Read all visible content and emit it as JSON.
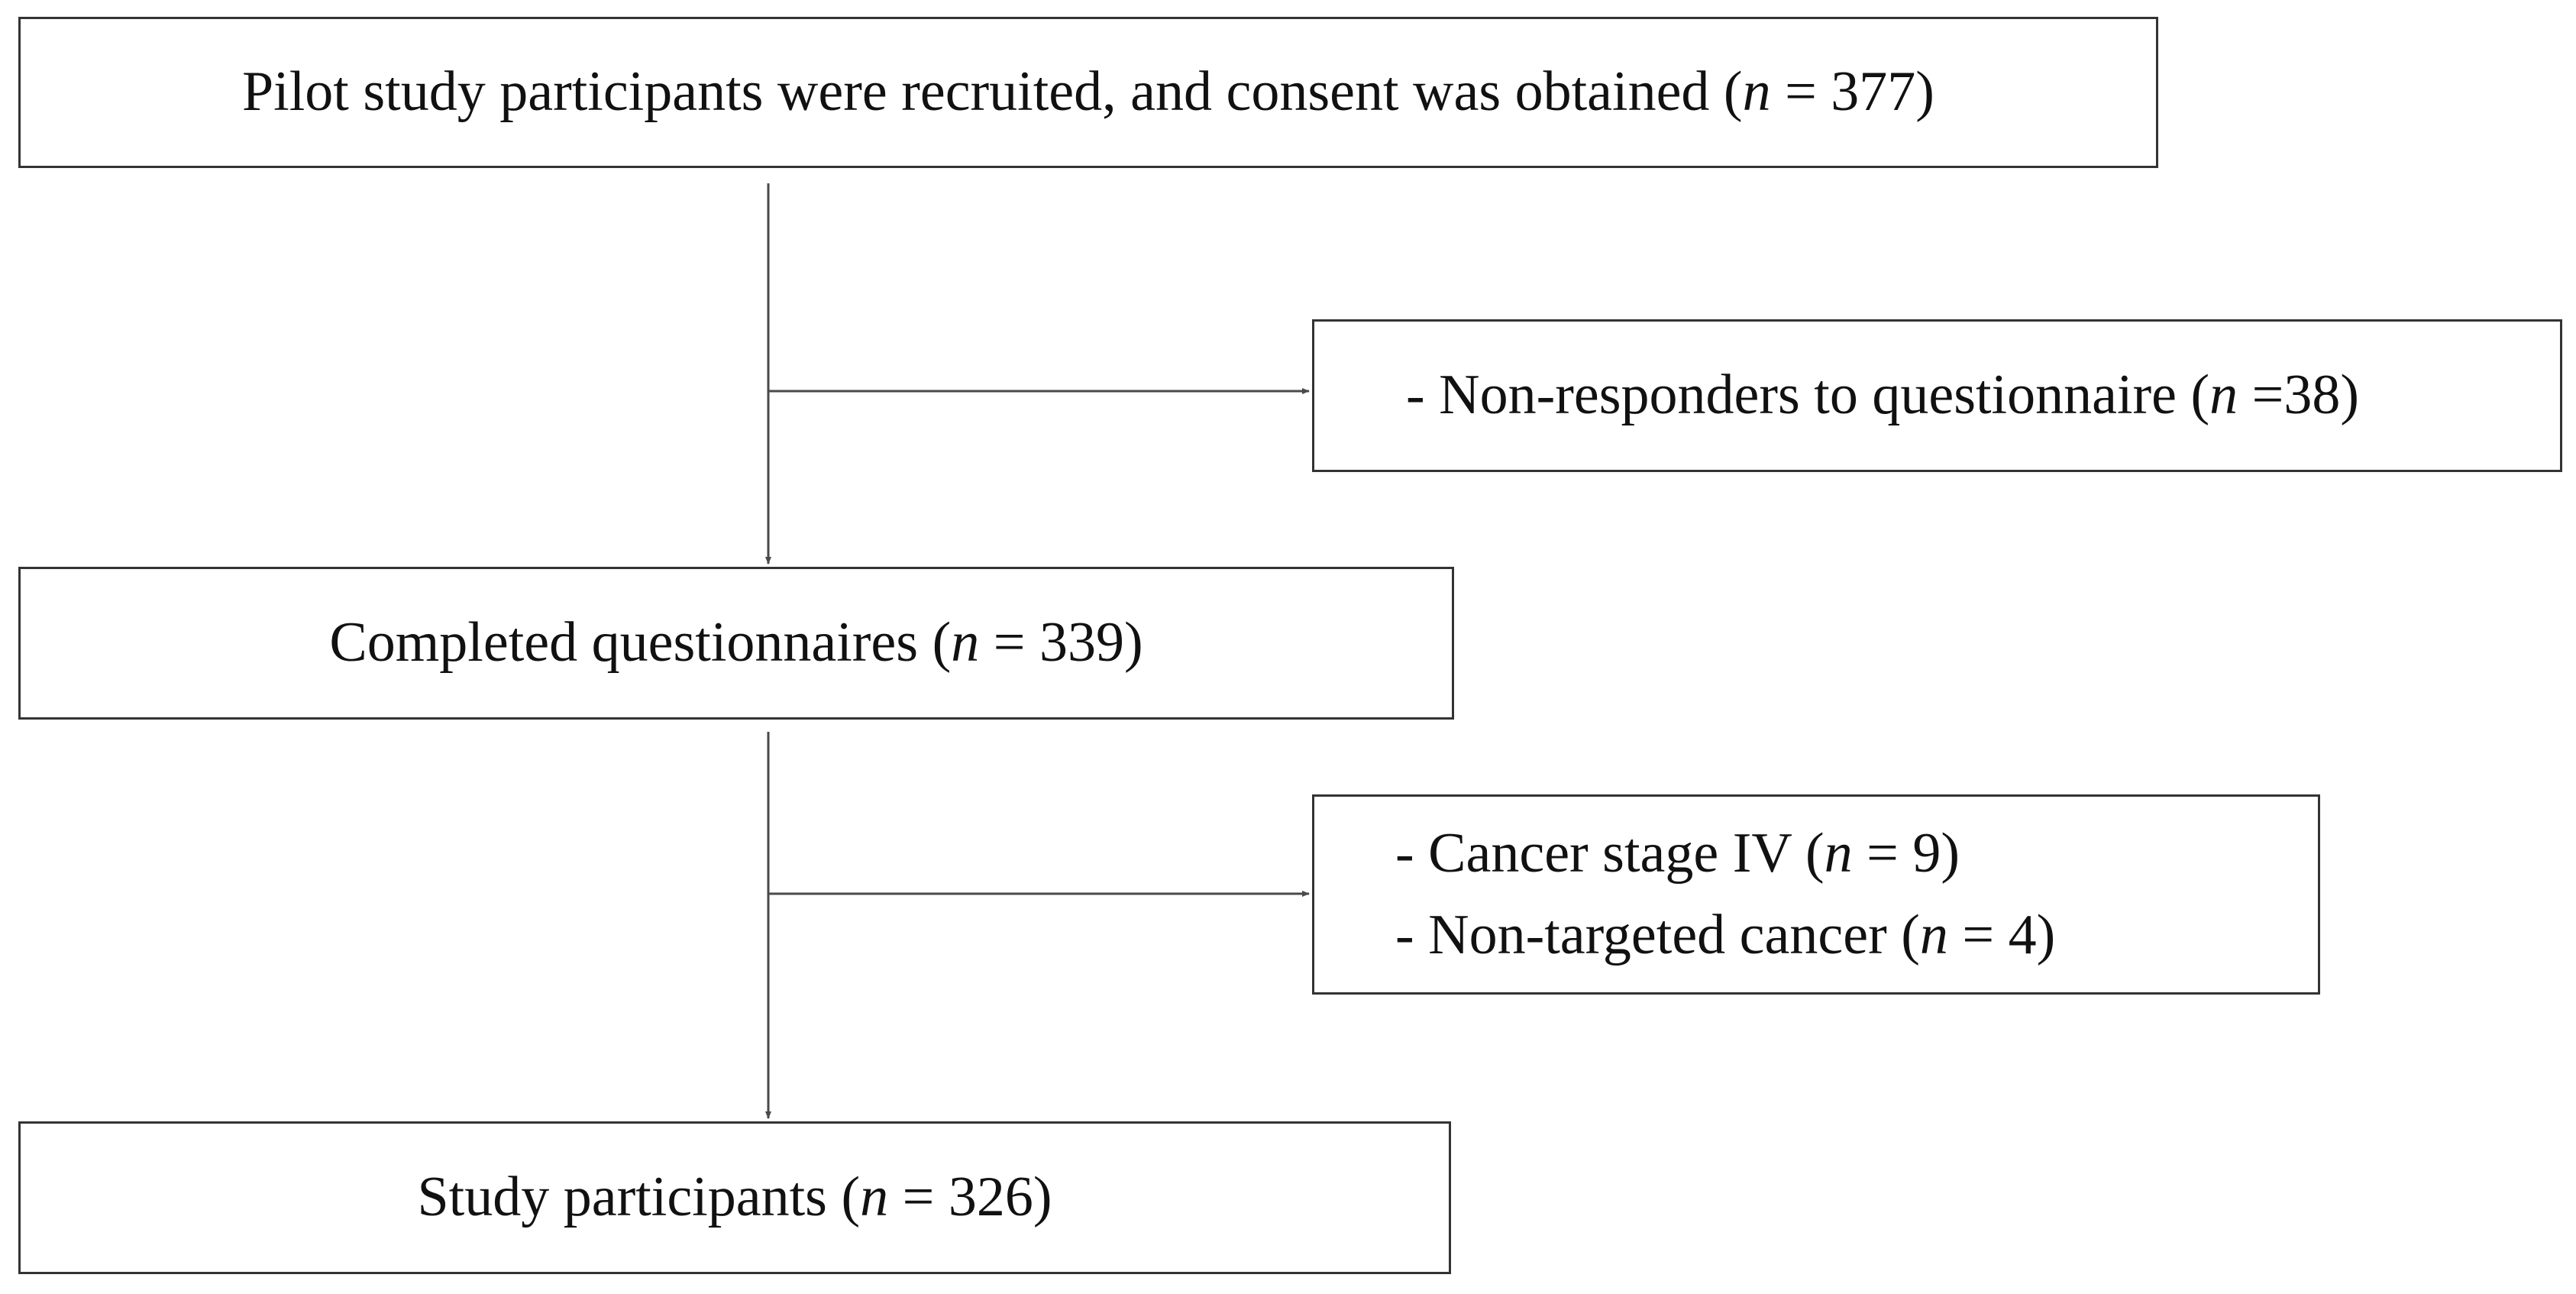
{
  "flowchart": {
    "recruited": {
      "text": "Pilot study participants were recruited, and consent was obtained (",
      "n_label": "n",
      "n_value": " = 377)"
    },
    "non_responders": {
      "text": "- Non-responders to questionnaire (",
      "n_label": "n",
      "n_value": " =38)"
    },
    "completed": {
      "text": "Completed questionnaires (",
      "n_label": "n",
      "n_value": " = 339)"
    },
    "excluded": {
      "items": [
        {
          "text": "- Cancer stage IV (",
          "n_label": "n",
          "n_value": " = 9)"
        },
        {
          "text": "- Non-targeted cancer (",
          "n_label": "n",
          "n_value": " = 4)"
        }
      ]
    },
    "study": {
      "text": "Study participants (",
      "n_label": "n",
      "n_value": " = 326)"
    }
  },
  "colors": {
    "border": "#333333",
    "connector": "#4a4a4a",
    "text": "#111111",
    "background": "#ffffff"
  }
}
